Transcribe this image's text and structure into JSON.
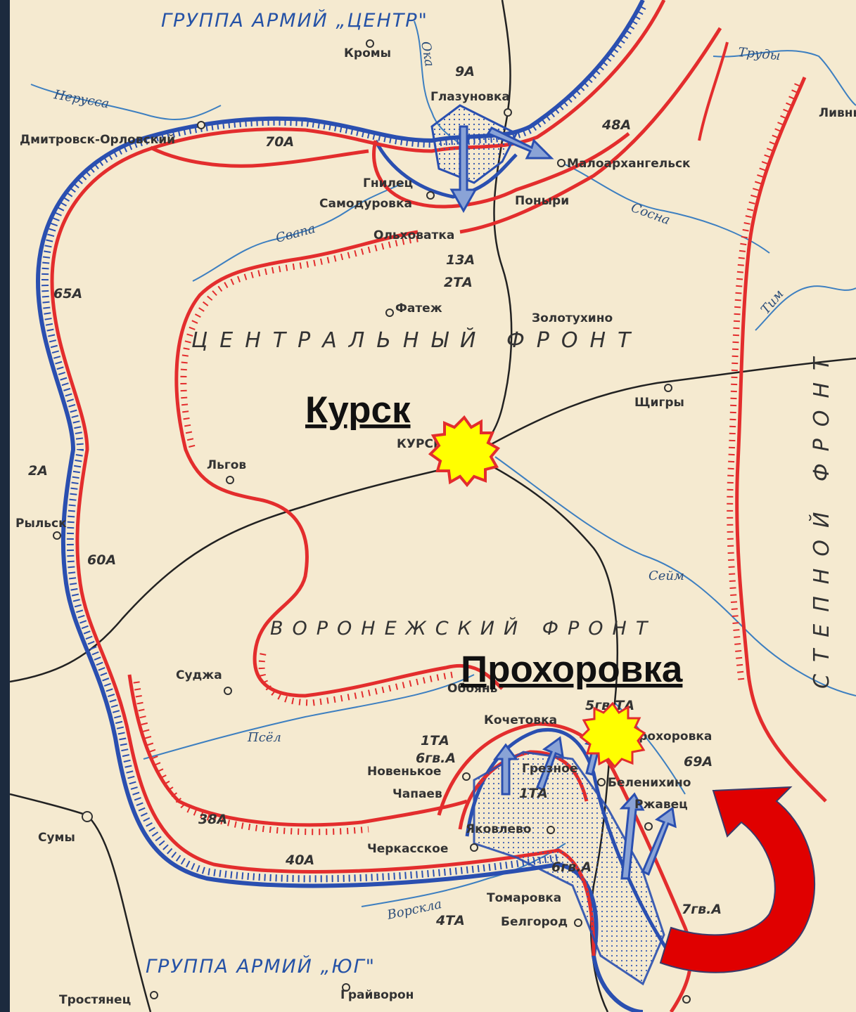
{
  "map": {
    "colors": {
      "paper": "#f5ead0",
      "soviet_front": "#e32d2d",
      "german_front": "#2a4fb0",
      "river": "#3d7fc0",
      "railway": "#222222",
      "explosion_fill": "#ffff00",
      "explosion_stroke": "#e32d2d",
      "arrow": "#e00000"
    },
    "icons": {
      "battle_marker": "explosion-icon",
      "counterattack": "curved-arrow-icon",
      "town": "town-circle-icon"
    },
    "highlight_labels": {
      "kursk": "Курск",
      "prokhorovka": "Прохоровка"
    },
    "group_labels": {
      "center": "ГРУППА АРМИЙ „ЦЕНТР\"",
      "south": "ГРУППА АРМИЙ „ЮГ\""
    },
    "front_labels": {
      "central": "ЦЕНТРАЛЬНЫЙ ФРОНТ",
      "voronezh": "ВОРОНЕЖСКИЙ ФРОНТ",
      "steppe": "СТЕПНОЙ ФРОНТ"
    },
    "armies": [
      "9А",
      "48А",
      "70А",
      "13А",
      "2ТА",
      "65А",
      "2А",
      "60А",
      "38А",
      "40А",
      "1ТА",
      "6гв.А",
      "1ТА",
      "6гв.А",
      "7гв.А",
      "4ТА",
      "5гв.ТА",
      "69А"
    ],
    "rivers": [
      "Ока",
      "Нерусса",
      "Свапа",
      "Сосна",
      "Труды",
      "Тим",
      "Сейм",
      "Псёл",
      "Ворскла"
    ],
    "towns": [
      "Кромы",
      "Глазуновка",
      "Дмитровск-Орловский",
      "Малоархангельск",
      "Гнилец",
      "Самодуровка",
      "Поныри",
      "Ольховатка",
      "Фатеж",
      "Золотухино",
      "Щигры",
      "Курск",
      "Льгов",
      "Рыльск",
      "Суджа",
      "Обоянь",
      "Кочетовка",
      "Прохоровка",
      "Новенькое",
      "Грезное",
      "Беленихино",
      "Ржавец",
      "Чапаев",
      "Яковлево",
      "Черкасское",
      "Томаровка",
      "Белгород",
      "Сумы",
      "Тростянец",
      "Грайворон",
      "Ливны"
    ]
  }
}
